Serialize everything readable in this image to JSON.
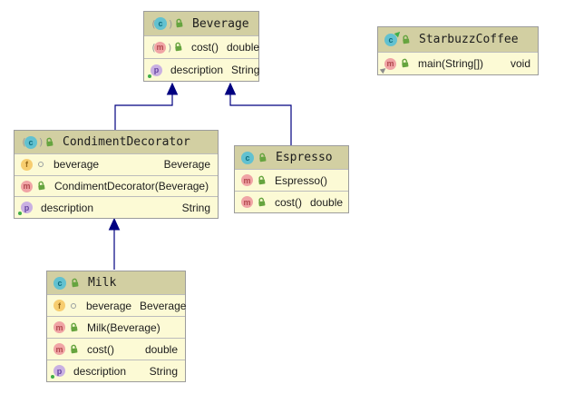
{
  "diagram": {
    "kind": "uml-class-diagram",
    "colors": {
      "node_header_bg": "#d2cfa2",
      "node_body_bg": "#fcfad5",
      "node_border": "#9c9c9c",
      "edge_color": "#000080",
      "class_icon_bg": "#62c1d0",
      "method_icon_bg": "#f0a4a5",
      "field_icon_bg": "#f7cd6f",
      "property_icon_bg": "#c9b0e2",
      "public_lock_green": "#66a43f"
    }
  },
  "icons": {
    "class_letter": "c",
    "method_letter": "m",
    "field_letter": "f",
    "property_letter": "p",
    "abstract_open": "(",
    "abstract_close": ")"
  },
  "classes": [
    {
      "name": "Beverage",
      "abstract": true,
      "members": [
        {
          "kind": "method",
          "abstract": true,
          "visibility": "public",
          "name": "cost()",
          "type": "double"
        },
        {
          "kind": "property",
          "visibility": "public",
          "name": "description",
          "type": "String"
        }
      ]
    },
    {
      "name": "StarbuzzCoffee",
      "abstract": false,
      "runnable": true,
      "members": [
        {
          "kind": "method",
          "visibility": "public",
          "entrypoint": true,
          "name": "main(String[])",
          "type": "void"
        }
      ]
    },
    {
      "name": "CondimentDecorator",
      "abstract": true,
      "members": [
        {
          "kind": "field",
          "visibility": "package-private",
          "name": "beverage",
          "type": "Beverage"
        },
        {
          "kind": "method",
          "visibility": "public",
          "name": "CondimentDecorator(Beverage)",
          "type": ""
        },
        {
          "kind": "property",
          "visibility": "public",
          "name": "description",
          "type": "String"
        }
      ]
    },
    {
      "name": "Espresso",
      "abstract": false,
      "members": [
        {
          "kind": "method",
          "visibility": "public",
          "name": "Espresso()",
          "type": ""
        },
        {
          "kind": "method",
          "visibility": "public",
          "name": "cost()",
          "type": "double"
        }
      ]
    },
    {
      "name": "Milk",
      "abstract": false,
      "members": [
        {
          "kind": "field",
          "visibility": "package-private",
          "name": "beverage",
          "type": "Beverage"
        },
        {
          "kind": "method",
          "visibility": "public",
          "name": "Milk(Beverage)",
          "type": ""
        },
        {
          "kind": "method",
          "visibility": "public",
          "name": "cost()",
          "type": "double"
        },
        {
          "kind": "property",
          "visibility": "public",
          "name": "description",
          "type": "String"
        }
      ]
    }
  ],
  "edges": [
    {
      "from": "CondimentDecorator",
      "to": "Beverage",
      "type": "inheritance"
    },
    {
      "from": "Espresso",
      "to": "Beverage",
      "type": "inheritance"
    },
    {
      "from": "Milk",
      "to": "CondimentDecorator",
      "type": "inheritance"
    }
  ]
}
